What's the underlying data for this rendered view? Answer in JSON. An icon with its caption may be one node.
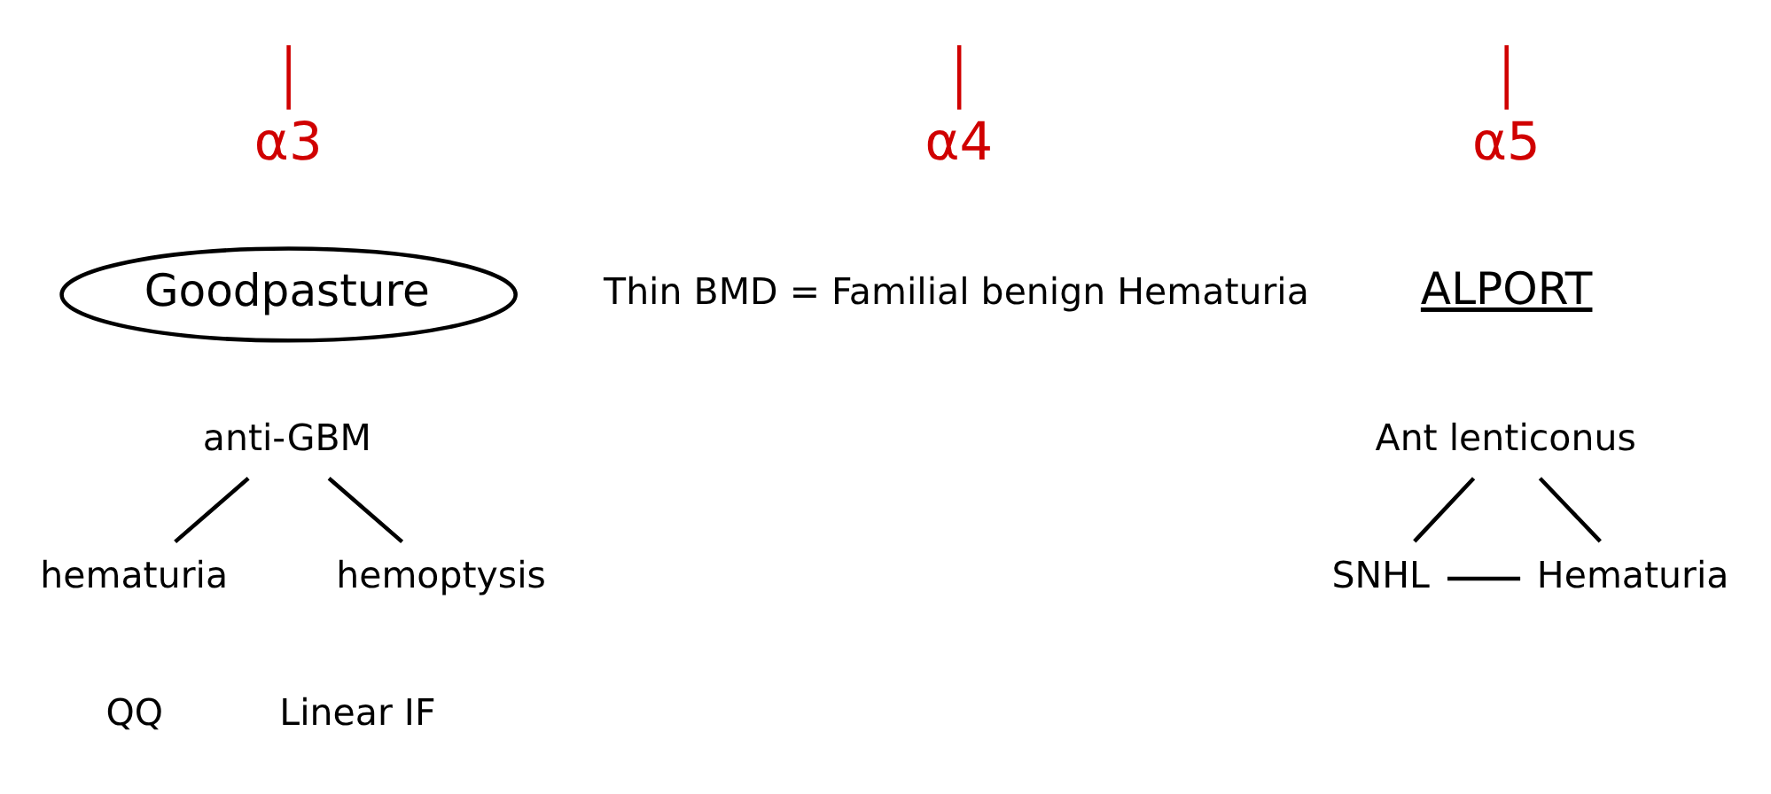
{
  "diagram": {
    "nodes": [
      {
        "text": [
          "α3"
        ]
      },
      {
        "text": [
          "α4"
        ]
      },
      {
        "text": [
          "α5"
        ]
      },
      {
        "text": [
          "Goodpasture"
        ]
      },
      {
        "text": [
          "anti-GBM"
        ]
      },
      {
        "text": [
          "hematuria"
        ]
      },
      {
        "text": [
          "hemoptysis"
        ]
      },
      {
        "text": [
          "Thin BMD = Familial benign Hematuria"
        ]
      },
      {
        "text": [
          "ALPORT"
        ]
      },
      {
        "text": [
          "Ant lenticonus"
        ]
      },
      {
        "text": [
          "SNHL"
        ]
      },
      {
        "text": [
          "Hematuria"
        ]
      }
    ],
    "edges": [
      {
        "from": null,
        "to": 0,
        "arrow": "none",
        "color": "#d00000"
      },
      {
        "from": null,
        "to": 1,
        "arrow": "none",
        "color": "#d00000"
      },
      {
        "from": null,
        "to": 2,
        "arrow": "none",
        "color": "#d00000"
      },
      {
        "from": 4,
        "to": 5,
        "arrow": "none"
      },
      {
        "from": 4,
        "to": 6,
        "arrow": "none"
      },
      {
        "from": 9,
        "to": 10,
        "arrow": "none"
      },
      {
        "from": 9,
        "to": 11,
        "arrow": "none"
      },
      {
        "from": 10,
        "to": 11,
        "arrow": "none"
      }
    ],
    "labels": [
      "QQ",
      "Linear IF"
    ]
  }
}
